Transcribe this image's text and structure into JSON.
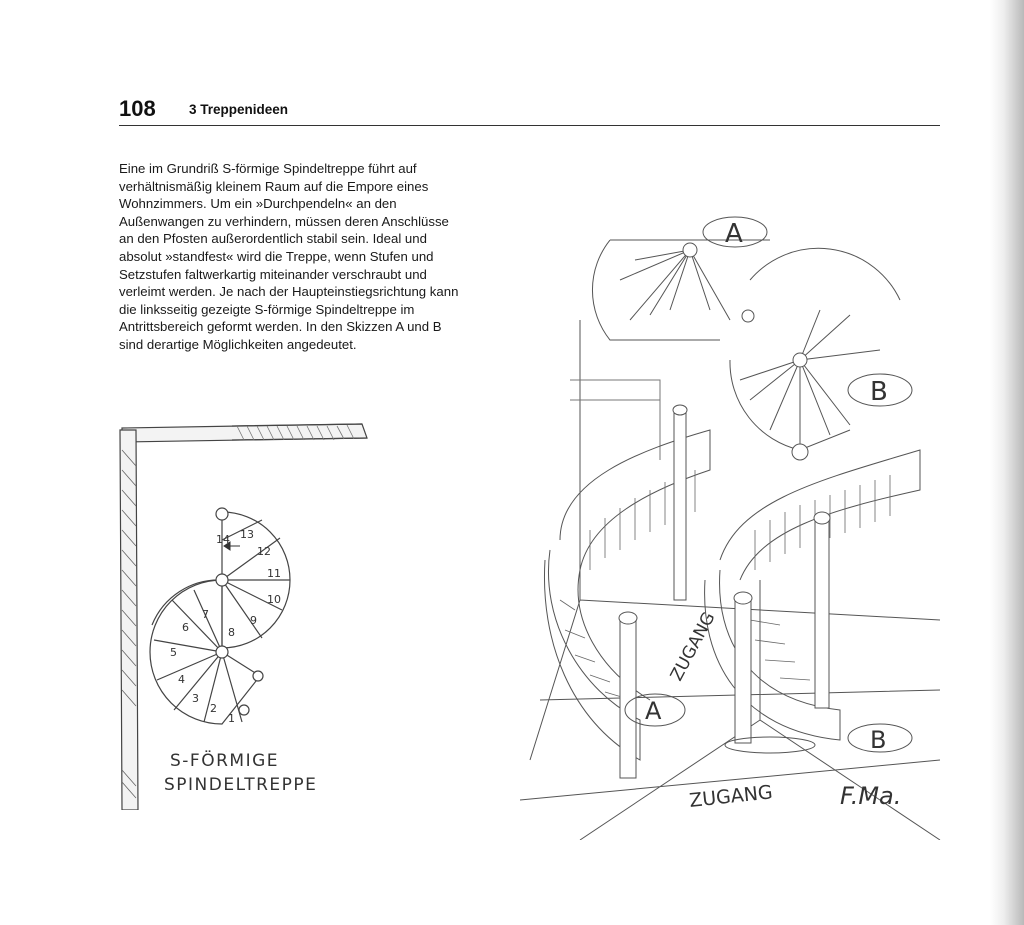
{
  "header": {
    "page_number": "108",
    "section_title": "3 Treppenideen"
  },
  "body": {
    "paragraph": "Eine im Grundriß S-förmige Spindeltreppe führt auf verhältnismäßig kleinem Raum auf die Empore eines Wohnzimmers. Um ein »Durchpendeln« an den Außenwangen zu verhindern, müssen deren Anschlüsse an den Pfosten außerordentlich stabil sein. Ideal und absolut »standfest« wird die Treppe, wenn Stufen und Setzstufen faltwerkartig miteinander verschraubt und verleimt werden. Je nach der Haupteinstiegsrichtung kann die linksseitig gezeigte S-förmige Spindeltreppe im Antrittsbereich geformt werden. In den Skizzen A und B sind derartige Möglichkeiten angedeutet."
  },
  "plan_sketch": {
    "caption_line1": "S-FÖRMIGE",
    "caption_line2": "SPINDELTREPPE",
    "step_numbers": [
      "1",
      "2",
      "3",
      "4",
      "5",
      "6",
      "7",
      "8",
      "9",
      "10",
      "11",
      "12",
      "13",
      "14"
    ]
  },
  "perspective_sketch": {
    "label_a": "A",
    "label_b": "B",
    "zugang_a": "ZUGANG",
    "zugang_b": "ZUGANG",
    "signature": "F.Ma."
  }
}
